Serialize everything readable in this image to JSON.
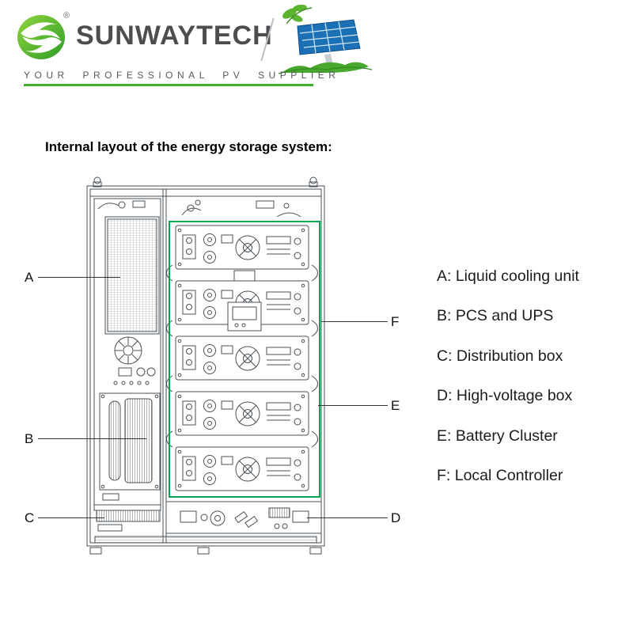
{
  "header": {
    "brand": "SUNWAYTECH",
    "registered_mark": "®",
    "tagline": "YOUR PROFESSIONAL PV SUPPLIER"
  },
  "main": {
    "title": "Internal layout of the energy storage system:"
  },
  "diagram": {
    "callouts": {
      "A": "A",
      "B": "B",
      "C": "C",
      "D": "D",
      "E": "E",
      "F": "F"
    }
  },
  "legend": {
    "items": [
      {
        "text": "A: Liquid cooling unit"
      },
      {
        "text": "B: PCS and UPS"
      },
      {
        "text": "C: Distribution box"
      },
      {
        "text": "D: High-voltage box"
      },
      {
        "text": "E: Battery Cluster"
      },
      {
        "text": "F: Local Controller"
      }
    ]
  },
  "colors": {
    "brand_green": "#3fae2a",
    "highlight_green": "#00a651",
    "text_dark": "#4d4d4f",
    "drawing_line": "#4a5055"
  }
}
